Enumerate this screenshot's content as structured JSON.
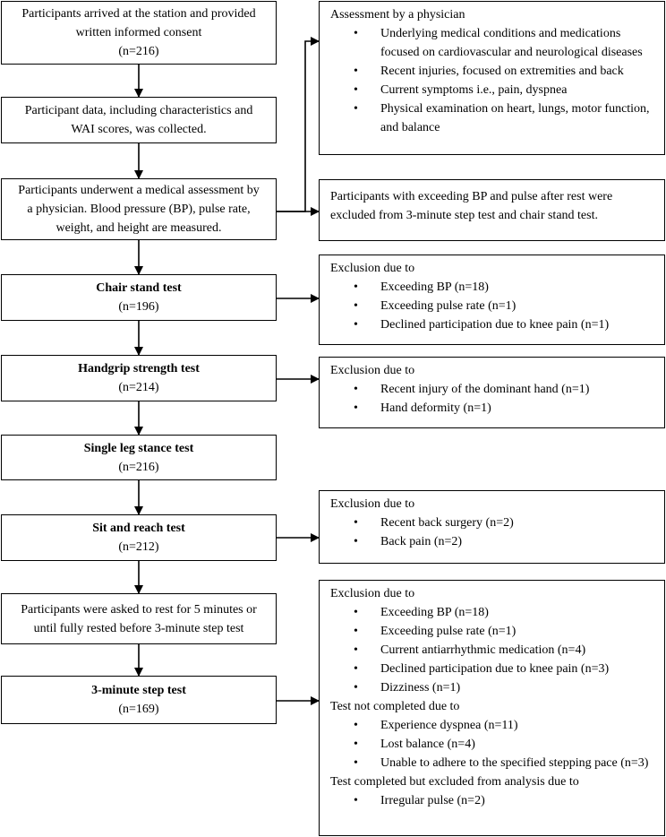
{
  "main_flow": [
    {
      "lines": [
        "Participants arrived at the station and provided",
        "written informed consent",
        "(n=216)"
      ]
    },
    {
      "lines": [
        "Participant data, including characteristics and",
        "WAI scores, was collected."
      ]
    },
    {
      "lines": [
        "Participants underwent a medical assessment by",
        "a physician. Blood pressure (BP), pulse rate,",
        "weight, and height are measured."
      ]
    },
    {
      "title": "Chair stand test",
      "n": "(n=196)"
    },
    {
      "title": "Handgrip strength test",
      "n": "(n=214)"
    },
    {
      "title": "Single leg stance test",
      "n": "(n=216)"
    },
    {
      "title": "Sit and reach test",
      "n": "(n=212)"
    },
    {
      "lines": [
        "Participants were asked to rest for 5 minutes or",
        "until fully rested before 3-minute step test"
      ]
    },
    {
      "title": "3-minute step test",
      "n": "(n=169)"
    }
  ],
  "side_boxes": {
    "physician": {
      "head": "Assessment by a physician",
      "items": [
        "Underlying medical conditions and medications focused on cardiovascular and neurological diseases",
        "Recent injuries, focused on extremities and back",
        "Current symptoms i.e., pain, dyspnea",
        "Physical examination on heart, lungs, motor function, and balance"
      ]
    },
    "bp_exclusion": {
      "lines": [
        "Participants with exceeding BP and pulse after rest were",
        "excluded from 3-minute step test and chair stand test."
      ]
    },
    "chair": {
      "head": "Exclusion due to",
      "items": [
        "Exceeding BP (n=18)",
        "Exceeding pulse rate (n=1)",
        "Declined participation due to knee pain (n=1)"
      ]
    },
    "handgrip": {
      "head": "Exclusion due to",
      "items": [
        "Recent injury of the dominant hand (n=1)",
        "Hand deformity (n=1)"
      ]
    },
    "sit_reach": {
      "head": "Exclusion due to",
      "items": [
        "Recent back surgery (n=2)",
        "Back pain (n=2)"
      ]
    },
    "step": {
      "head": "Exclusion due to",
      "items": [
        "Exceeding BP (n=18)",
        "Exceeding pulse rate (n=1)",
        "Current antiarrhythmic medication (n=4)",
        "Declined participation due to knee pain (n=3)",
        "Dizziness (n=1)"
      ],
      "head2": "Test not completed due to",
      "items2": [
        "Experience dyspnea (n=11)",
        "Lost balance (n=4)",
        "Unable to adhere to the specified stepping pace (n=3)"
      ],
      "head3": "Test completed but excluded from analysis due to",
      "items3": [
        "Irregular pulse (n=2)"
      ]
    }
  }
}
